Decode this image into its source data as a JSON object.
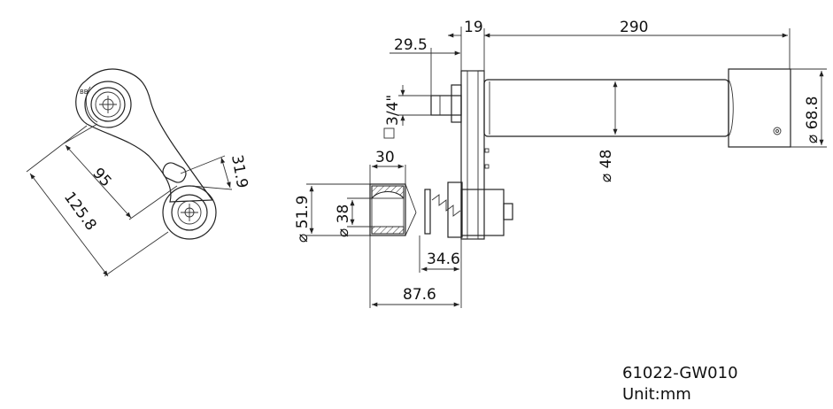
{
  "dimensions": {
    "total_length": "290",
    "plate_thickness": "19",
    "inlet_length": "29.5",
    "thread": "3/4\"",
    "spout_diameter": "⌀ 68.8",
    "body_diameter": "⌀ 48",
    "handle_width": "30",
    "handle_outer_diameter": "⌀ 51.9",
    "handle_inner_diameter": "⌀ 38",
    "handle_offset": "34.6",
    "handle_depth": "87.6",
    "lever_span": "95",
    "lever_length": "125.8",
    "lever_tip": "31.9"
  },
  "footer": {
    "model": "61022-GW010",
    "unit": "Unit:mm"
  }
}
